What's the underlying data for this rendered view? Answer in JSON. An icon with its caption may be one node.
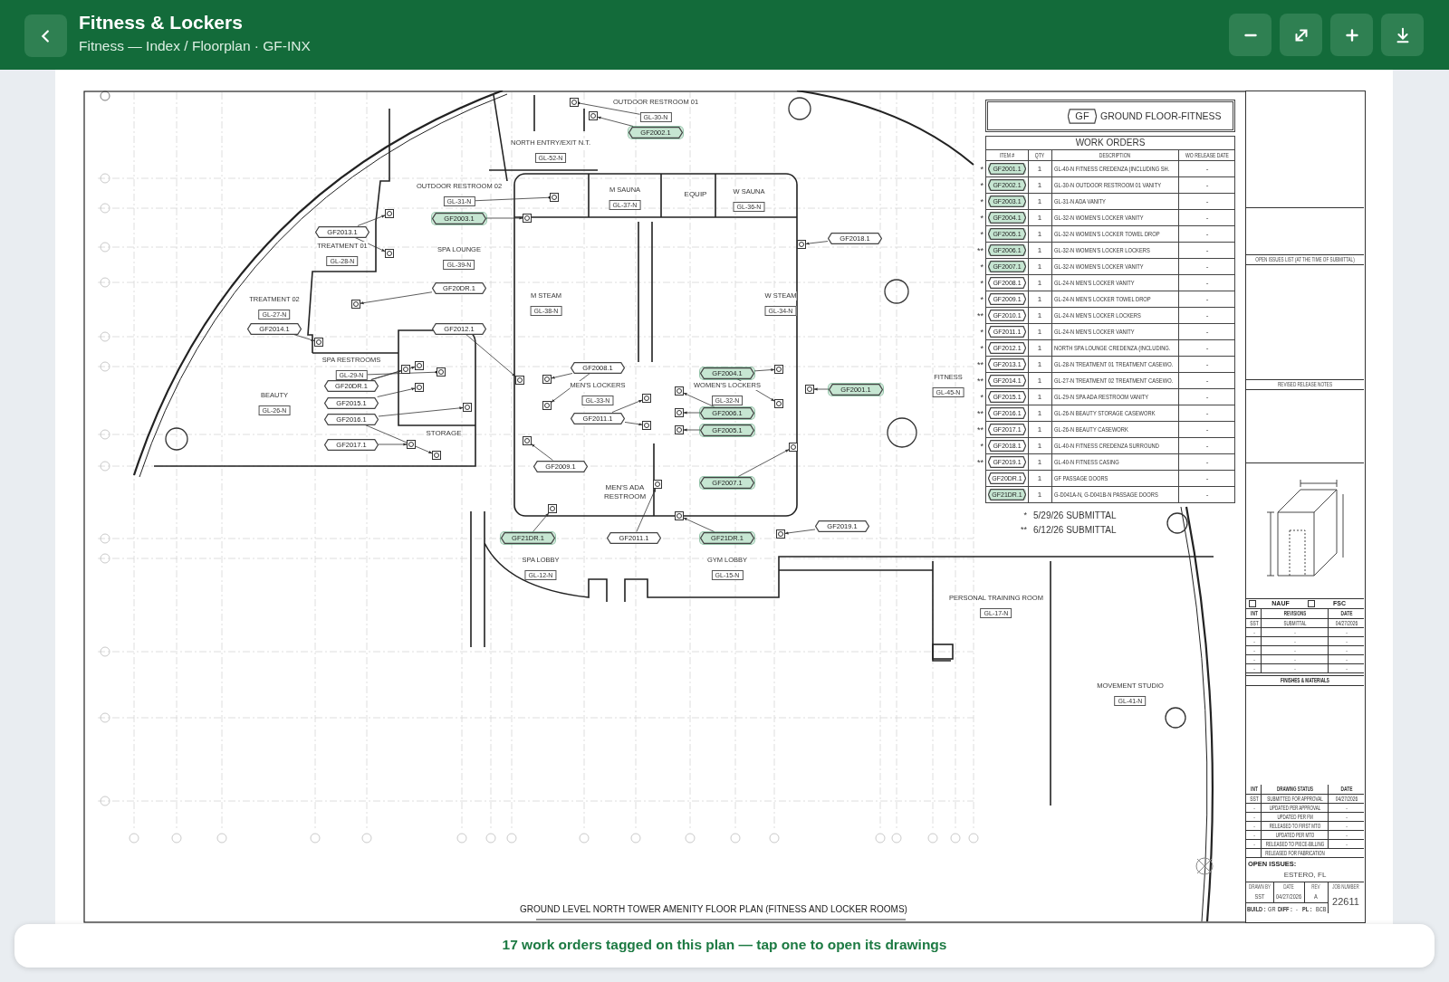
{
  "diagram": {
    "title": "Fitness & Lockers",
    "nodes": [
      {
        "text": [
          "GF2002.1"
        ]
      },
      {
        "text": [
          "GF2003.1"
        ]
      },
      {
        "text": [
          "GF2013.1"
        ]
      },
      {
        "text": [
          "GF20DR.1"
        ]
      },
      {
        "text": [
          "GF2014.1"
        ]
      },
      {
        "text": [
          "GF2012.1"
        ]
      },
      {
        "text": [
          "GF20DR.1"
        ]
      },
      {
        "text": [
          "GF2015.1"
        ]
      },
      {
        "text": [
          "GF2016.1"
        ]
      },
      {
        "text": [
          "GF2017.1"
        ]
      },
      {
        "text": [
          "GF2008.1"
        ]
      },
      {
        "text": [
          "GF2011.1"
        ]
      },
      {
        "text": [
          "GF2009.1"
        ]
      },
      {
        "text": [
          "GF2004.1"
        ]
      },
      {
        "text": [
          "GF2006.1"
        ]
      },
      {
        "text": [
          "GF2005.1"
        ]
      },
      {
        "text": [
          "GF2001.1"
        ]
      },
      {
        "text": [
          "GF2007.1"
        ]
      },
      {
        "text": [
          "GF21DR.1"
        ]
      },
      {
        "text": [
          "GF2011.1"
        ]
      },
      {
        "text": [
          "GF21DR.1"
        ]
      },
      {
        "text": [
          "GF2019.1"
        ]
      },
      {
        "text": [
          "GF2018.1"
        ]
      },
      {
        "text": [
          "OUTDOOR RESTROOM 01",
          "GL-30-N"
        ]
      },
      {
        "text": [
          "NORTH ENTRY/EXIT N.T.",
          "GL-52-N"
        ]
      },
      {
        "text": [
          "OUTDOOR RESTROOM 02",
          "GL-31-N"
        ]
      },
      {
        "text": [
          "M SAUNA",
          "GL-37-N"
        ]
      },
      {
        "text": [
          "W SAUNA",
          "GL-36-N"
        ]
      },
      {
        "text": [
          "SPA LOUNGE",
          "GL-39-N"
        ]
      },
      {
        "text": [
          "TREATMENT 01",
          "GL-28-N"
        ]
      },
      {
        "text": [
          "M STEAM",
          "GL-38-N"
        ]
      },
      {
        "text": [
          "W STEAM",
          "GL-34-N"
        ]
      },
      {
        "text": [
          "TREATMENT 02",
          "GL-27-N"
        ]
      },
      {
        "text": [
          "SPA RESTROOMS",
          "GL-29-N"
        ]
      },
      {
        "text": [
          "FITNESS",
          "GL-45-N"
        ]
      },
      {
        "text": [
          "MEN'S LOCKERS",
          "GL-33-N"
        ]
      },
      {
        "text": [
          "WOMEN'S LOCKERS",
          "GL-32-N"
        ]
      },
      {
        "text": [
          "BEAUTY",
          "GL-26-N"
        ]
      },
      {
        "text": [
          "SPA LOBBY",
          "GL-12-N"
        ]
      },
      {
        "text": [
          "GYM LOBBY",
          "GL-15-N"
        ]
      },
      {
        "text": [
          "PERSONAL TRAINING ROOM",
          "GL-17-N"
        ]
      },
      {
        "text": [
          "MOVEMENT STUDIO",
          "GL-41-N"
        ]
      },
      {
        "text": [],
        "shape": "box"
      },
      {
        "text": [],
        "shape": "box"
      },
      {
        "text": [],
        "shape": "box"
      },
      {
        "text": [],
        "shape": "box"
      },
      {
        "text": [],
        "shape": "box"
      },
      {
        "text": [],
        "shape": "box"
      },
      {
        "text": [],
        "shape": "box"
      },
      {
        "text": [],
        "shape": "box"
      },
      {
        "text": [],
        "shape": "box"
      },
      {
        "text": [],
        "shape": "box"
      },
      {
        "text": [],
        "shape": "box"
      },
      {
        "text": [],
        "shape": "box"
      },
      {
        "text": [],
        "shape": "box"
      },
      {
        "text": [],
        "shape": "box"
      },
      {
        "text": [],
        "shape": "box"
      },
      {
        "text": [],
        "shape": "box"
      },
      {
        "text": [],
        "shape": "box"
      },
      {
        "text": [],
        "shape": "box"
      },
      {
        "text": [],
        "shape": "box"
      },
      {
        "text": [],
        "shape": "box"
      },
      {
        "text": [],
        "shape": "box"
      },
      {
        "text": [],
        "shape": "box"
      },
      {
        "text": [],
        "shape": "box"
      },
      {
        "text": [],
        "shape": "box"
      },
      {
        "text": [],
        "shape": "box"
      },
      {
        "text": [],
        "shape": "box"
      },
      {
        "text": [],
        "shape": "box"
      },
      {
        "text": [],
        "shape": "box"
      },
      {
        "text": [],
        "shape": "box"
      },
      {
        "text": [],
        "shape": "box"
      },
      {
        "text": [],
        "shape": "box"
      },
      {
        "text": [],
        "shape": "box"
      },
      {
        "text": [],
        "shape": "box"
      }
    ],
    "edges": [
      {
        "from": 0,
        "to": 42,
        "arrow": "to"
      },
      {
        "from": 1,
        "to": 43,
        "arrow": "to"
      },
      {
        "from": 2,
        "to": 44,
        "arrow": "to"
      },
      {
        "from": 2,
        "to": 45,
        "arrow": "to"
      },
      {
        "from": 3,
        "to": 46,
        "arrow": "to"
      },
      {
        "from": 4,
        "to": 47,
        "arrow": "to"
      },
      {
        "from": 5,
        "to": 48,
        "arrow": "to"
      },
      {
        "from": 6,
        "to": 49,
        "arrow": "to"
      },
      {
        "from": 6,
        "to": 50,
        "arrow": "to"
      },
      {
        "from": 7,
        "to": 51,
        "arrow": "to"
      },
      {
        "from": 8,
        "to": 52,
        "arrow": "to"
      },
      {
        "from": 8,
        "to": 53,
        "arrow": "to"
      },
      {
        "from": 9,
        "to": 54,
        "arrow": "to"
      },
      {
        "from": 10,
        "to": 55,
        "arrow": "to"
      },
      {
        "from": 10,
        "to": 56,
        "arrow": "to"
      },
      {
        "from": 11,
        "to": 57,
        "arrow": "to"
      },
      {
        "from": 11,
        "to": 58,
        "arrow": "to"
      },
      {
        "from": 12,
        "to": 59,
        "arrow": "to"
      },
      {
        "from": 13,
        "to": 60,
        "arrow": "to"
      },
      {
        "from": 13,
        "to": 61,
        "arrow": "to"
      },
      {
        "from": 14,
        "to": 62,
        "arrow": "to"
      },
      {
        "from": 14,
        "to": 63,
        "arrow": "to"
      },
      {
        "from": 15,
        "to": 64,
        "arrow": "to"
      },
      {
        "from": 16,
        "to": 65,
        "arrow": "to"
      },
      {
        "from": 17,
        "to": 66,
        "arrow": "to"
      },
      {
        "from": 18,
        "to": 67,
        "arrow": "to"
      },
      {
        "from": 19,
        "to": 68,
        "arrow": "to"
      },
      {
        "from": 20,
        "to": 69,
        "arrow": "to"
      },
      {
        "from": 21,
        "to": 70,
        "arrow": "to"
      },
      {
        "from": 22,
        "to": 71,
        "arrow": "to"
      },
      {
        "from": 23,
        "to": 72,
        "arrow": "other"
      },
      {
        "from": 25,
        "to": 73,
        "arrow": "other"
      },
      {
        "from": 33,
        "to": 74,
        "arrow": "other"
      }
    ],
    "labels": [
      "Fitness — Index / Floorplan · GF-INX",
      "EQUIP",
      "STORAGE",
      "MEN'S ADA RESTROOM",
      "GROUND LEVEL NORTH TOWER AMENITY FLOOR PLAN (FITNESS AND LOCKER ROOMS)",
      "GF",
      "GROUND FLOOR-FITNESS",
      "WORK ORDERS",
      "ITEM #",
      "QTY",
      "DESCRIPTION",
      "WO RELEASE DATE",
      "*",
      "GF2001.1",
      "1",
      "GL-40-N FITNESS CREDENZA (INCLUDING SH.",
      "-",
      "*",
      "GF2002.1",
      "1",
      "GL-30-N OUTDOOR RESTROOM 01 VANITY",
      "-",
      "*",
      "GF2003.1",
      "1",
      "GL-31-N ADA VANITY",
      "-",
      "*",
      "GF2004.1",
      "1",
      "GL-32-N WOMEN'S LOCKER VANITY",
      "-",
      "*",
      "GF2005.1",
      "1",
      "GL-32-N WOMEN'S LOCKER TOWEL DROP",
      "-",
      "**",
      "GF2006.1",
      "1",
      "GL-32-N WOMEN'S LOCKER LOCKERS",
      "-",
      "*",
      "GF2007.1",
      "1",
      "GL-32-N WOMEN'S LOCKER VANITY",
      "-",
      "*",
      "GF2008.1",
      "1",
      "GL-24-N MEN'S LOCKER VANITY",
      "-",
      "*",
      "GF2009.1",
      "1",
      "GL-24-N MEN'S LOCKER TOWEL DROP",
      "-",
      "**",
      "GF2010.1",
      "1",
      "GL-24-N MEN'S LOCKER LOCKERS",
      "-",
      "*",
      "GF2011.1",
      "1",
      "GL-24-N MEN'S LOCKER VANITY",
      "-",
      "*",
      "GF2012.1",
      "1",
      "NORTH SPA LOUNGE CREDENZA (INCLUDING.",
      "-",
      "**",
      "GF2013.1",
      "1",
      "GL-28-N TREATMENT 01 TREATMENT CASEWO.",
      "-",
      "**",
      "GF2014.1",
      "1",
      "GL-27-N TREATMENT 02 TREATMENT CASEWO.",
      "-",
      "*",
      "GF2015.1",
      "1",
      "GL-29-N SPA ADA RESTROOM VANITY",
      "-",
      "**",
      "GF2016.1",
      "1",
      "GL-26-N BEAUTY STORAGE CASEWORK",
      "-",
      "**",
      "GF2017.1",
      "1",
      "GL-26-N BEAUTY CASEWORK",
      "-",
      "*",
      "GF2018.1",
      "1",
      "GL-40-N FITNESS CREDENZA SURROUND",
      "-",
      "**",
      "GF2019.1",
      "1",
      "GL-40-N FITNESS CASING",
      "-",
      "GF20DR.1",
      "1",
      "GF PASSAGE DOORS",
      "-",
      "GF21DR.1",
      "1",
      "G-D041A-N, G-D041B-N PASSAGE DOORS",
      "-",
      "*",
      "5/29/26 SUBMITTAL",
      "**",
      "6/12/26 SUBMITTAL",
      "OPEN ISSUES LIST (AT THE TIME OF SUBMITTAL)",
      "REVISED RELEASE NOTES",
      "NAUF",
      "FSC",
      "INT",
      "REVISIONS",
      "DATE",
      "SST",
      "SUBMITTAL",
      "04/27/2026",
      "-",
      "-",
      "-",
      "-",
      "-",
      "-",
      "-",
      "-",
      "-",
      "-",
      "-",
      "-",
      "-",
      "-",
      "-",
      "FINISHES & MATERIALS",
      "INT",
      "DRAWING STATUS",
      "DATE",
      "SST",
      "SUBMITTED FOR APPROVAL",
      "04/27/2026",
      "-",
      "UPDATED PER APPROVAL",
      "-",
      "-",
      "UPDATED PER FM",
      "-",
      "-",
      "RELEASED TO FIRST MTO",
      "-",
      "-",
      "UPDATED PER MTO",
      "-",
      "-",
      "RELEASED TO PIECE-BILLING",
      "-",
      "RELEASED FOR FABRICATION",
      "OPEN ISSUES:",
      "ESTERO, FL",
      "DRAWN BY",
      "DATE",
      "REV",
      "JOB NUMBER",
      "SST",
      "04/27/2026",
      "A",
      "22611",
      "BUILD :",
      "GR",
      "DIFF :",
      "-",
      "PL :",
      "BCB",
      "17 work orders tagged on this plan — tap one to open its drawings"
    ]
  }
}
